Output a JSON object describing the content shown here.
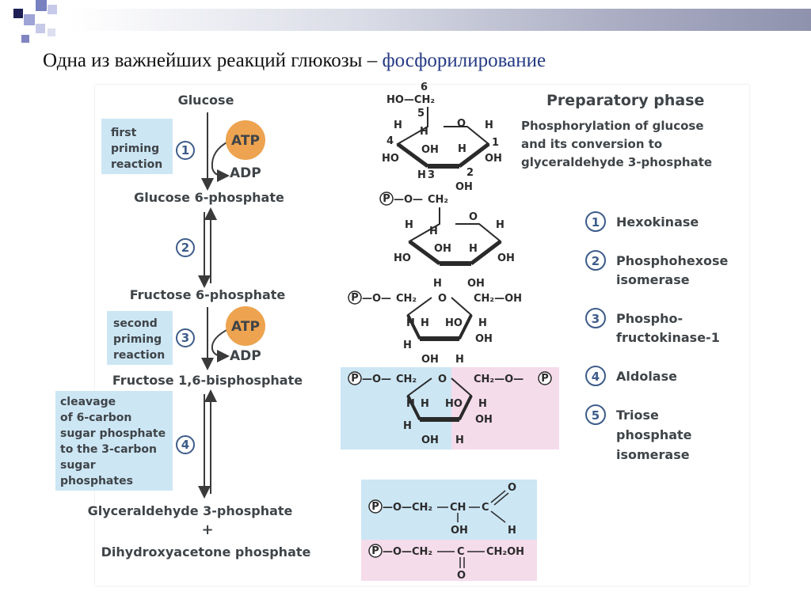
{
  "title": {
    "prefix": "Одна из важнейших реакций глюкозы – ",
    "highlight": "фосфорилирование"
  },
  "pathway": {
    "compounds": [
      "Glucose",
      "Glucose 6-phosphate",
      "Fructose 6-phosphate",
      "Fructose 1,6-bisphosphate",
      "Glyceraldehyde 3-phosphate",
      "+",
      "Dihydroxyacetone phosphate"
    ],
    "step_numbers": [
      "1",
      "2",
      "3",
      "4",
      "5"
    ],
    "notes": {
      "first_priming": [
        "first",
        "priming",
        "reaction"
      ],
      "second_priming": [
        "second",
        "priming",
        "reaction"
      ],
      "cleavage": [
        "cleavage",
        "of 6-carbon",
        "sugar phosphate",
        "to the 3-carbon",
        "sugar",
        "phosphates"
      ]
    },
    "cofactors": {
      "atp": "ATP",
      "adp": "ADP"
    }
  },
  "phase": {
    "heading": "Preparatory phase",
    "description": [
      "Phosphorylation of glucose",
      "and its conversion to",
      "glyceraldehyde 3-phosphate"
    ]
  },
  "enzymes": [
    {
      "number": "1",
      "lines": [
        "Hexokinase"
      ]
    },
    {
      "number": "2",
      "lines": [
        "Phosphohexose",
        "isomerase"
      ]
    },
    {
      "number": "3",
      "lines": [
        "Phospho-",
        "fructokinase-1"
      ]
    },
    {
      "number": "4",
      "lines": [
        "Aldolase"
      ]
    },
    {
      "number": "5",
      "lines": [
        "Triose",
        "phosphate",
        "isomerase"
      ]
    }
  ],
  "structures": {
    "phosphate": "P",
    "atoms": {
      "o": "O",
      "h": "H",
      "oh": "OH",
      "ho": "HO",
      "ch2": "CH₂",
      "o_dash": "—O—",
      "ch2oh": "CH₂OH",
      "ho_ch2": "HO—CH₂",
      "ch2_oh": "CH₂—OH",
      "ch2_o": "CH₂—O—",
      "c": "C",
      "ch": "CH",
      "c1": "1",
      "c2": "2",
      "c3": "3",
      "c4": "4",
      "c5": "5",
      "c6": "6"
    }
  },
  "colors": {
    "blue_box": "#cce6f4",
    "pink_box": "#f5dceb",
    "atp": "#eda34f",
    "number": "#3d5c8a",
    "title_highlight": "#253a84"
  }
}
